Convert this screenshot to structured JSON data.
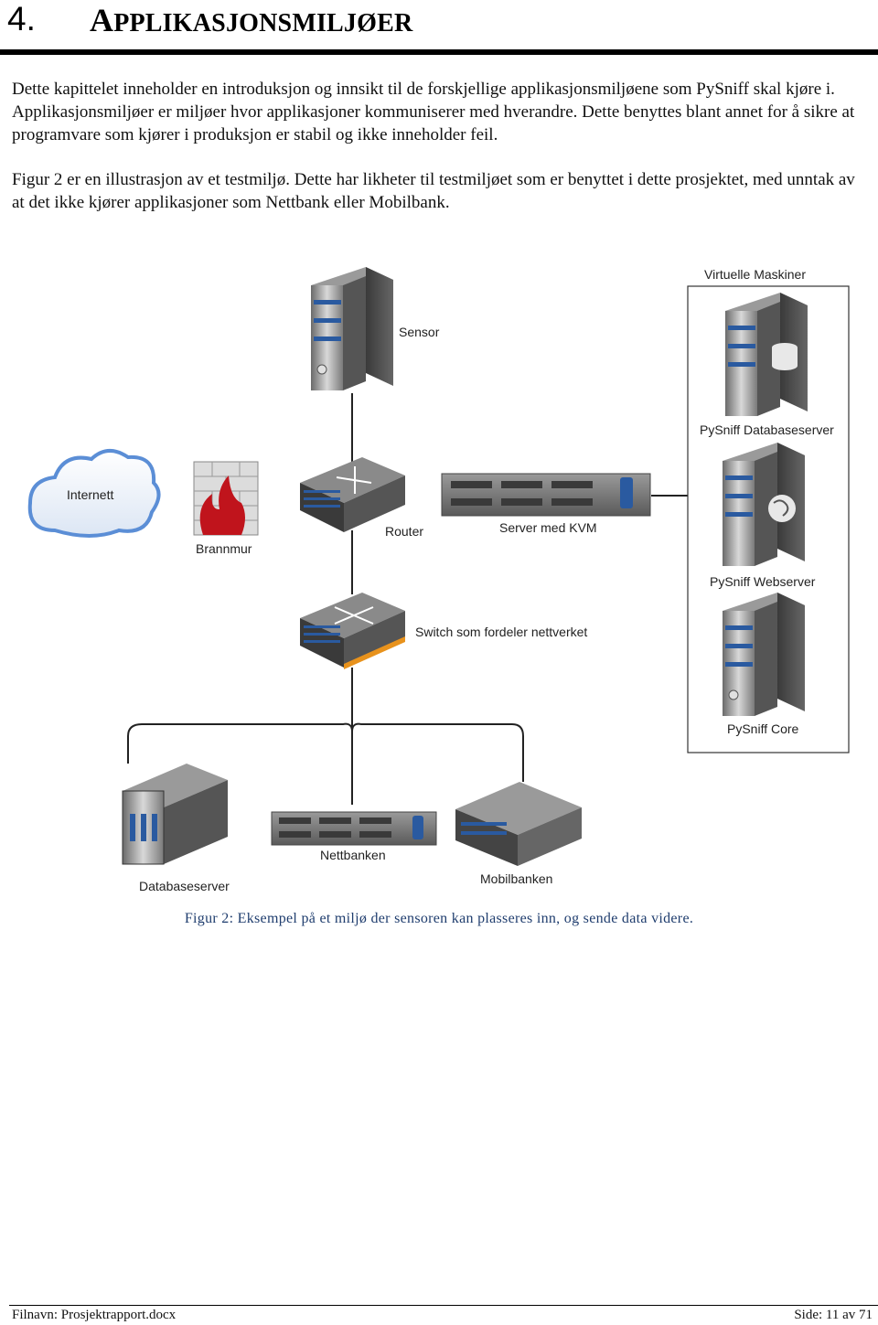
{
  "heading": {
    "number": "4.",
    "title_first": "A",
    "title_rest": "PPLIKASJONSMILJØER"
  },
  "paragraphs": [
    "Dette kapittelet inneholder en introduksjon og innsikt til de forskjellige applikasjonsmiljøene som PySniff skal kjøre i. Applikasjonsmiljøer er miljøer hvor applikasjoner kommuniserer med hverandre. Dette benyttes blant annet for å sikre at programvare som kjører i produksjon er stabil og ikke inneholder feil.",
    "Figur 2 er en illustrasjon av et testmiljø. Dette har likheter til testmiljøet som er benyttet i dette prosjektet, med unntak av at det ikke kjører applikasjoner som Nettbank eller Mobilbank."
  ],
  "diagram": {
    "virtual_machines_title": "Virtuelle Maskiner",
    "labels": {
      "sensor": "Sensor",
      "internet": "Internett",
      "firewall": "Brannmur",
      "router": "Router",
      "kvm_server": "Server med KVM",
      "switch": "Switch som fordeler nettverket",
      "db_server": "Databaseserver",
      "netbank": "Nettbanken",
      "mobilbank": "Mobilbanken",
      "vm_db": "PySniff Databaseserver",
      "vm_web": "PySniff Webserver",
      "vm_core": "PySniff Core"
    },
    "colors": {
      "server_stripe": "#2a5aa0",
      "firewall_flame": "#c0141c",
      "switch_accent": "#e8921c",
      "cloud": "#5b8ed6"
    }
  },
  "caption": "Figur 2: Eksempel på et miljø der sensoren kan plasseres inn, og sende data videre.",
  "footer": {
    "filename": "Filnavn: Prosjektrapport.docx",
    "page": "Side: 11 av 71"
  }
}
